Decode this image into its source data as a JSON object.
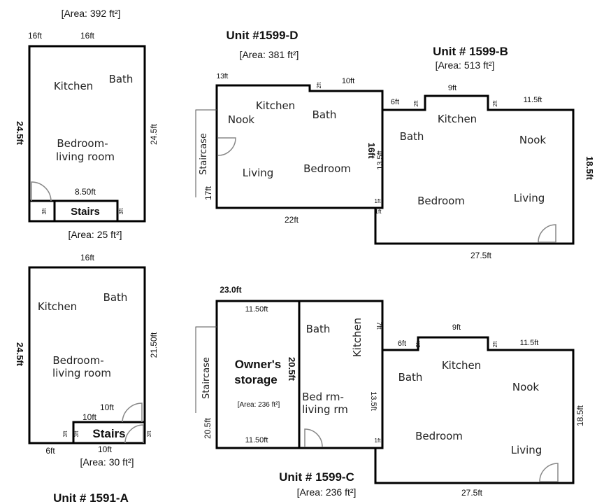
{
  "unit_1591": {
    "title": "Unit # 1591-A",
    "upper": {
      "area": "[Area: 392 ft²]",
      "top_left_dim": "16ft",
      "top_dim": "16ft",
      "left_dim": "24.5ft",
      "right_dim": "24.5ft",
      "kitchen": "Kitchen",
      "bath": "Bath",
      "bedroom_line1": "Bedroom-",
      "bedroom_line2": "living room",
      "stairs_dim": "8.50ft",
      "stairs": "Stairs",
      "small_dim_left": "3ft",
      "small_dim_right": "3ft",
      "stairs_area": "[Area: 25 ft²]"
    },
    "lower": {
      "top_dim": "16ft",
      "left_dim": "24.5ft",
      "right_dim": "21.50ft",
      "kitchen": "Kitchen",
      "bath": "Bath",
      "bedroom_line1": "Bedroom-",
      "bedroom_line2": "living room",
      "stairs_dim": "10ft",
      "stairs_dim_overlap": "10ft",
      "stairs": "Stairs",
      "small_dim_a": "3ft",
      "small_dim_b": "3ft",
      "small_dim_c": "3ft",
      "bottom_dim": "6ft",
      "bottom_dim_overlap": "10ft",
      "stairs_area": "[Area: 30 ft²]"
    }
  },
  "unit_d": {
    "title": "Unit #1599-D",
    "area": "[Area: 381 ft²]",
    "dim_13": "13ft",
    "dim_10": "10ft",
    "dim_2": "2ft",
    "kitchen": "Kitchen",
    "bath": "Bath",
    "nook": "Nook",
    "living": "Living",
    "bedroom": "Bedroom",
    "dim_16": "16ft",
    "dim_135": "13.5ft",
    "staircase": "Staircase",
    "dim_17": "17ft",
    "dim_22": "22ft",
    "dim_1": "1ft"
  },
  "unit_b": {
    "title": "Unit # 1599-B",
    "area": "[Area: 513 ft²]",
    "dim_6": "6ft",
    "dim_2a": "2ft",
    "dim_9": "9ft",
    "dim_2b": "2ft",
    "dim_115": "11.5ft",
    "kitchen": "Kitchen",
    "bath": "Bath",
    "nook": "Nook",
    "bedroom": "Bedroom",
    "living": "Living",
    "dim_185": "18.5ft",
    "dim_275": "27.5ft",
    "dim_1": "1ft"
  },
  "storage": {
    "dim_23": "23.0ft",
    "dim_1150_top": "11.50ft",
    "dim_1150_bottom": "11.50ft",
    "staircase": "Staircase",
    "dim_205_left": "20.5ft",
    "label_line1": "Owner's",
    "label_line2": "storage",
    "dim_205": "20.5ft",
    "area": "[Area: 236 ft²]"
  },
  "unit_c": {
    "title": "Unit # 1599-C",
    "area": "[Area: 236 ft²]",
    "bath_left": "Bath",
    "kitchen_left": "Kitchen",
    "dim_7": "7ft",
    "bed_line1": "Bed rm-",
    "bed_line2": "living rm",
    "dim_135": "13.5ft",
    "dim_1": "1ft",
    "dim_6": "6ft",
    "dim_2a": "2ft",
    "dim_9": "9ft",
    "dim_2b": "2ft",
    "dim_115": "11.5ft",
    "kitchen": "Kitchen",
    "bath": "Bath",
    "nook": "Nook",
    "bedroom": "Bedroom",
    "living": "Living",
    "dim_185": "18.5ft",
    "dim_275": "27.5ft"
  }
}
